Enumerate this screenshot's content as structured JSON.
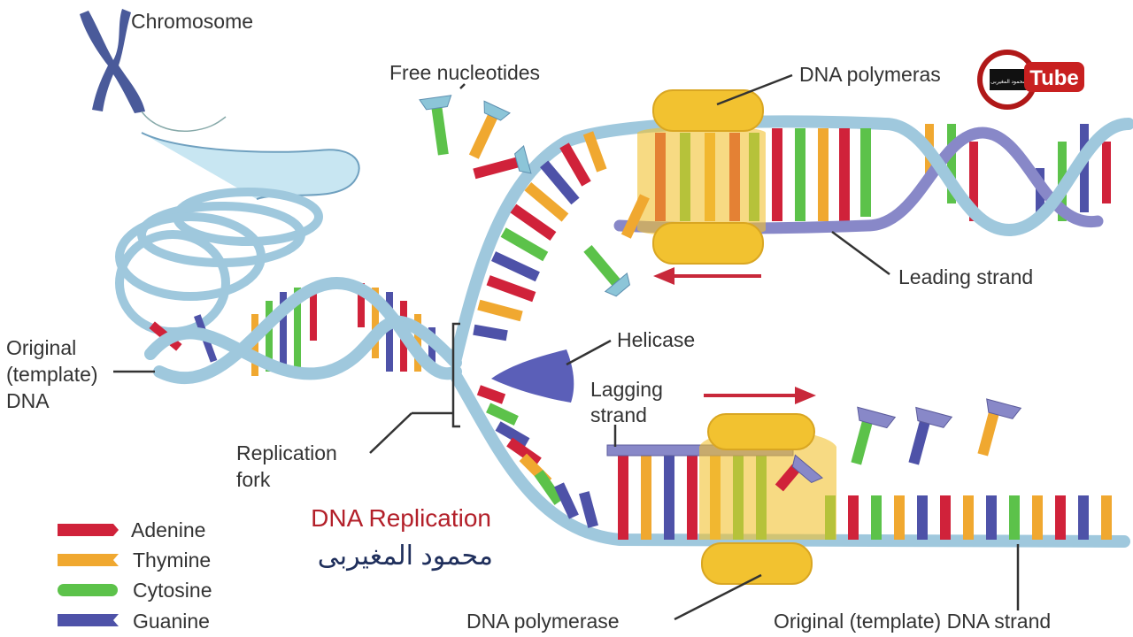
{
  "labels": {
    "chromosome": "Chromosome",
    "free_nucleotides": "Free nucleotides",
    "dna_polymerase_top": "DNA polymeras",
    "leading_strand": "Leading strand",
    "original_template_line1": "Original",
    "original_template_line2": "(template)",
    "original_template_line3": "DNA",
    "helicase": "Helicase",
    "lagging_strand_line1": "Lagging",
    "lagging_strand_line2": "strand",
    "replication_fork_line1": "Replication",
    "replication_fork_line2": "fork",
    "dna_polymerase_bottom": "DNA polymerase",
    "original_template_strand": "Original (template) DNA strand"
  },
  "title": {
    "english": "DNA Replication",
    "arabic": "محمود المغيربى"
  },
  "logo": {
    "text": "Tube",
    "arabic_mark": "محمود المغيربى"
  },
  "legend": [
    {
      "name": "Adenine",
      "color": "#d0223a"
    },
    {
      "name": "Thymine",
      "color": "#f0a830"
    },
    {
      "name": "Cytosine",
      "color": "#5cc24a"
    },
    {
      "name": "Guanine",
      "color": "#4e52a8"
    }
  ],
  "colors": {
    "backbone": "#9fc8dd",
    "polymerase": "#f2c230",
    "helicase": "#5b5fb8",
    "arrow": "#c8283a",
    "chromosome": "#4a5a9a"
  }
}
